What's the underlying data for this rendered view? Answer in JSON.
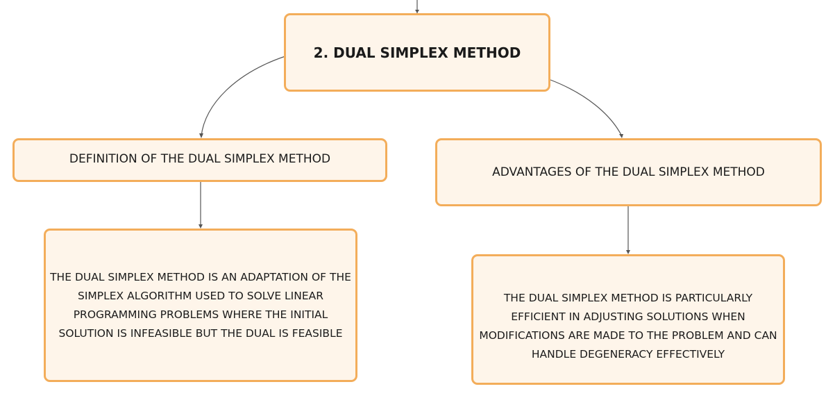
{
  "diagram": {
    "root": {
      "label": "2. DUAL SIMPLEX METHOD"
    },
    "branches": [
      {
        "label": "DEFINITION OF THE DUAL SIMPLEX METHOD",
        "description": "THE DUAL SIMPLEX METHOD IS AN ADAPTATION OF THE SIMPLEX ALGORITHM USED TO SOLVE LINEAR PROGRAMMING PROBLEMS WHERE THE INITIAL SOLUTION IS INFEASIBLE BUT THE DUAL IS FEASIBLE"
      },
      {
        "label": "ADVANTAGES OF THE DUAL SIMPLEX METHOD",
        "description": "THE DUAL SIMPLEX METHOD IS PARTICULARLY EFFICIENT IN ADJUSTING SOLUTIONS WHEN MODIFICATIONS ARE MADE TO THE PROBLEM AND CAN HANDLE DEGENERACY EFFECTIVELY"
      }
    ],
    "colors": {
      "node_fill": "#fef5ea",
      "node_border": "#f3ad5a",
      "connector": "#555555",
      "text": "#1a1a1a"
    }
  }
}
